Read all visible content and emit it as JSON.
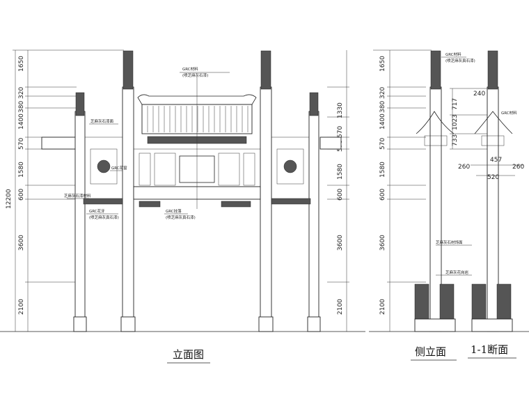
{
  "captions": {
    "front_elevation": "立面图",
    "side_elevation": "侧立面",
    "section": "1-1断面"
  },
  "front_dims": {
    "total": "12200",
    "segments": [
      "1650",
      "320",
      "380",
      "1400",
      "570",
      "1580",
      "600",
      "3600",
      "2100"
    ],
    "right_segments": [
      "1330",
      "570",
      "1580",
      "600",
      "3600",
      "2100"
    ]
  },
  "side_dims": {
    "segments": [
      "1650",
      "320",
      "380",
      "1400",
      "570",
      "1580",
      "600",
      "3600",
      "2100"
    ]
  },
  "section_dims": {
    "d240": "240",
    "d717": "717",
    "d1023": "1023",
    "d733": "733",
    "d457": "457",
    "d260a": "260",
    "d260b": "260",
    "d520": "520"
  },
  "front_notes": {
    "top_material_1": "GRC材料",
    "top_material_2": "(喷芝麻灰石漆)",
    "left_paint": "芝麻灰石漆面",
    "left_column_note": "GRC花窗",
    "left_side_label": "芝麻灰石漆材料",
    "bottom_left_1": "GRC花牙",
    "bottom_left_2": "(喷芝麻灰真石漆)",
    "bottom_mid_1": "GRC挂落",
    "bottom_mid_2": "(喷芝麻灰真石漆)"
  },
  "side_notes": {
    "top_1": "GRC材料",
    "top_2": "(喷芝麻灰真石漆)",
    "grc_label": "GRC材料",
    "mid_note": "芝麻灰石材饰面",
    "lower_note": "芝麻灰花岗岩"
  }
}
